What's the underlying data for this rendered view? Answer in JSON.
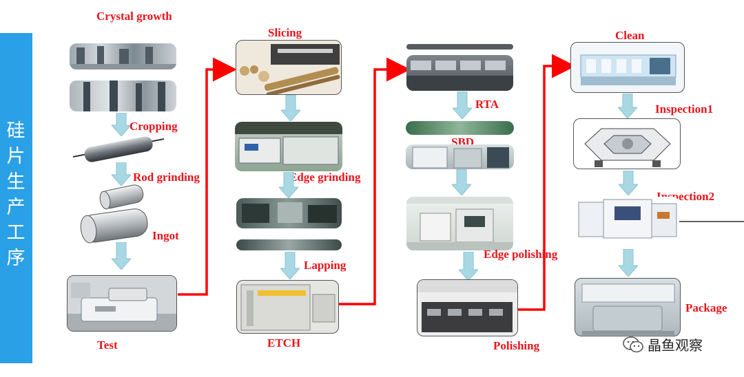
{
  "sidebar": {
    "title": "硅片生产工序"
  },
  "steps": {
    "crystal_growth": "Crystal growth",
    "cropping": "Cropping",
    "rod_grinding": "Rod  grinding",
    "ingot": "Ingot",
    "test": "Test",
    "slicing": "Slicing",
    "edge_grinding": "Edge grinding",
    "lapping": "Lapping",
    "etch": "ETCH",
    "rta": "RTA",
    "sbd": "SBD",
    "edge_polishing": "Edge polishing",
    "polishing": "Polishing",
    "clean": "Clean",
    "inspection1": "Inspection1",
    "inspection2": "Inspection2",
    "package": "Package"
  },
  "watermark": {
    "text": "晶鱼观察",
    "icon": "wechat-icon"
  },
  "colors": {
    "label": "#e8141b",
    "sidebar": "#2aa0e6",
    "arrow_down": "#a8d8e4",
    "flow_arrow": "#ff0000"
  }
}
